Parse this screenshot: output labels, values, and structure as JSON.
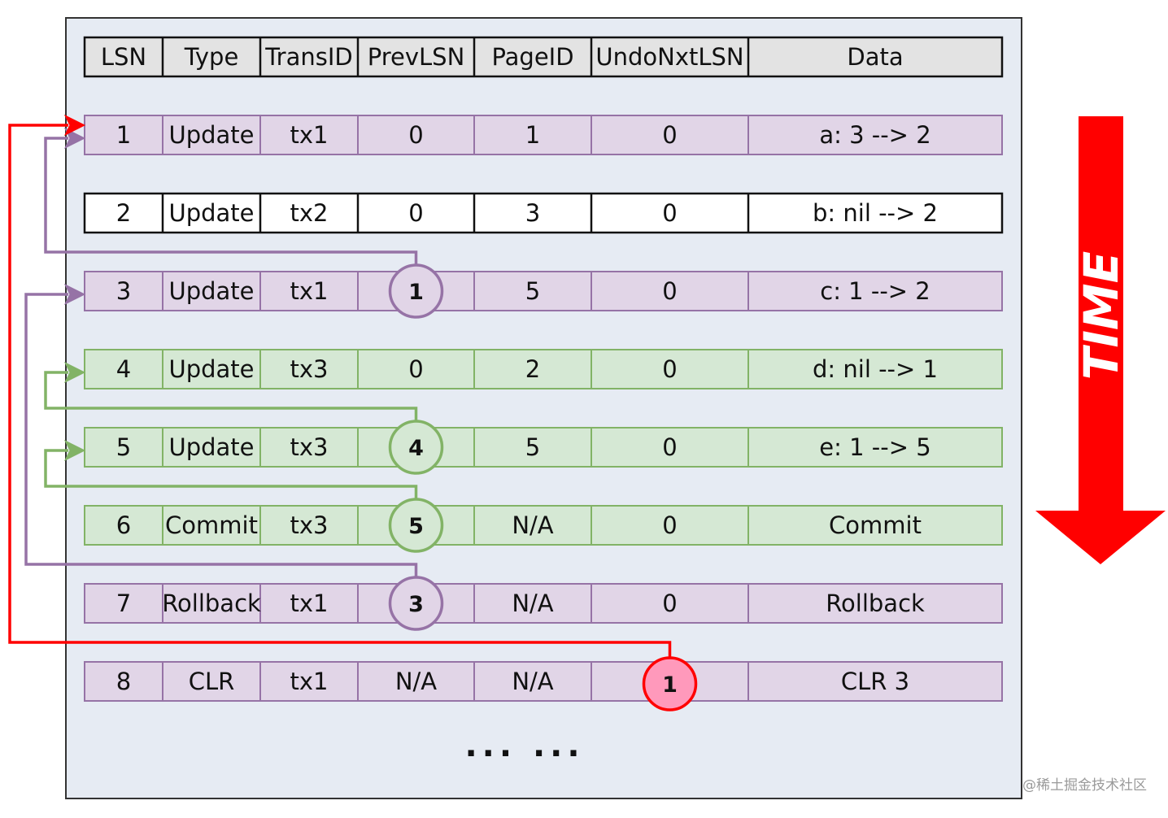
{
  "colors": {
    "panel_fill": "#e6ebf3",
    "panel_stroke": "#333333",
    "header_fill": "#e3e3e3",
    "purple_fill": "#e1d5e7",
    "purple_stroke": "#9673a6",
    "white_fill": "#ffffff",
    "green_fill": "#d5e8d4",
    "green_stroke": "#82b366",
    "red": "#ff0000",
    "red_circle_fill": "#ff99bb",
    "time_arrow": "#ff0000"
  },
  "table": {
    "columns": [
      "LSN",
      "Type",
      "TransID",
      "PrevLSN",
      "PageID",
      "UndoNxtLSN",
      "Data"
    ],
    "rows": [
      {
        "cells": [
          "1",
          "Update",
          "tx1",
          "0",
          "1",
          "0",
          "a: 3 --> 2"
        ],
        "style": "purple",
        "circle": null
      },
      {
        "cells": [
          "2",
          "Update",
          "tx2",
          "0",
          "3",
          "0",
          "b: nil --> 2"
        ],
        "style": "white",
        "circle": null
      },
      {
        "cells": [
          "3",
          "Update",
          "tx1",
          "1",
          "5",
          "0",
          "c: 1 --> 2"
        ],
        "style": "purple",
        "circle": {
          "column": 3,
          "label": "1",
          "kind": "purple"
        }
      },
      {
        "cells": [
          "4",
          "Update",
          "tx3",
          "0",
          "2",
          "0",
          "d: nil --> 1"
        ],
        "style": "green",
        "circle": null
      },
      {
        "cells": [
          "5",
          "Update",
          "tx3",
          "4",
          "5",
          "0",
          "e: 1 --> 5"
        ],
        "style": "green",
        "circle": {
          "column": 3,
          "label": "4",
          "kind": "green"
        }
      },
      {
        "cells": [
          "6",
          "Commit",
          "tx3",
          "5",
          "N/A",
          "0",
          "Commit"
        ],
        "style": "green",
        "circle": {
          "column": 3,
          "label": "5",
          "kind": "green"
        }
      },
      {
        "cells": [
          "7",
          "Rollback",
          "tx1",
          "3",
          "N/A",
          "0",
          "Rollback"
        ],
        "style": "purple",
        "circle": {
          "column": 3,
          "label": "3",
          "kind": "purple"
        }
      },
      {
        "cells": [
          "8",
          "CLR",
          "tx1",
          "N/A",
          "N/A",
          "1",
          "CLR 3"
        ],
        "style": "purple",
        "circle": {
          "column": 5,
          "label": "1",
          "kind": "red"
        }
      }
    ]
  },
  "links": [
    {
      "from_row": 3,
      "to_row": 1,
      "kind": "purple"
    },
    {
      "from_row": 5,
      "to_row": 4,
      "kind": "green"
    },
    {
      "from_row": 6,
      "to_row": 5,
      "kind": "green"
    },
    {
      "from_row": 7,
      "to_row": 3,
      "kind": "purple"
    },
    {
      "from_row": 8,
      "to_row": 1,
      "kind": "red"
    }
  ],
  "ellipsis": "... ...",
  "time_label": "TIME",
  "watermark": "@稀土掘金技术社区"
}
